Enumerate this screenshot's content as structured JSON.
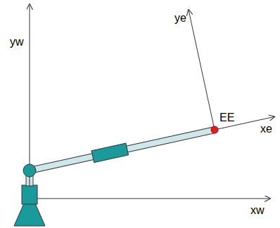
{
  "diagram": {
    "labels": [
      "yw",
      "xw",
      "ye",
      "xe",
      "EE"
    ]
  }
}
